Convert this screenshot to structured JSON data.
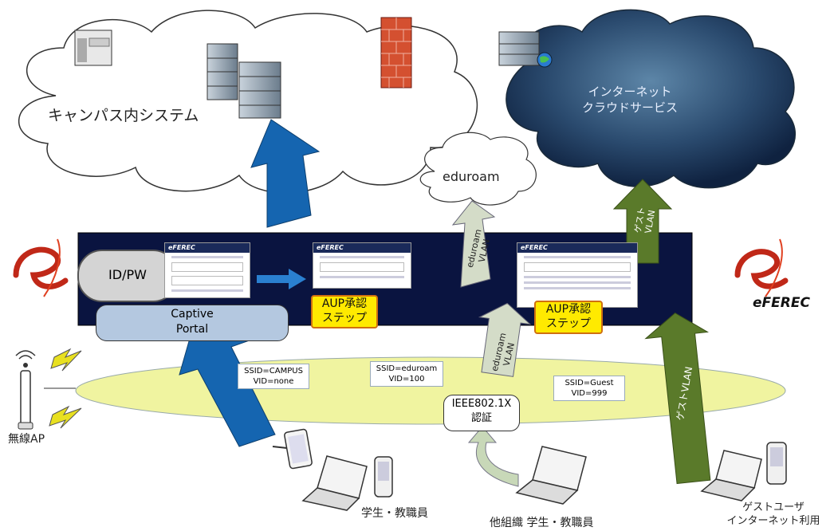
{
  "campus_cloud_label": "キャンパス内システム",
  "internet_cloud_label_line1": "インターネット",
  "internet_cloud_label_line2": "クラウドサービス",
  "eduroam_cloud_label": "eduroam",
  "idpw_label": "ID/PW",
  "captive_portal_line1": "Captive",
  "captive_portal_line2": "Portal",
  "aup1_line1": "AUP承認",
  "aup1_line2": "ステップ",
  "aup2_line1": "AUP承認",
  "aup2_line2": "ステップ",
  "eduroam_vlan_upper_line1": "eduroam",
  "eduroam_vlan_upper_line2": "VLAN",
  "eduroam_vlan_lower_line1": "eduroam",
  "eduroam_vlan_lower_line2": "VLAN",
  "guest_vlan_upper_line1": "ゲスト",
  "guest_vlan_upper_line2": "VLAN",
  "guest_vlan_lower": "ゲストVLAN",
  "ssid_campus_line1": "SSID=CAMPUS",
  "ssid_campus_line2": "VID=none",
  "ssid_eduroam_line1": "SSID=eduroam",
  "ssid_eduroam_line2": "VID=100",
  "ssid_guest_line1": "SSID=Guest",
  "ssid_guest_line2": "VID=999",
  "ieee_line1": "IEEE802.1X",
  "ieee_line2": "認証",
  "wireless_ap_label": "無線AP",
  "students_label": "学生・教職員",
  "other_org_label": "他組織 学生・教職員",
  "guest_user_line1": "ゲストユーザ",
  "guest_user_line2": "インターネット利用",
  "logo_text": "eFEREC",
  "screenshot_brand": "eFEREC",
  "colors": {
    "band": "#0a1440",
    "blue_arrow": "#1565b0",
    "green_arrow": "#5a7a2a",
    "eduroam_arrow": "#c8d8b8",
    "ellipse": "#f0f4a0",
    "aup_fill": "#ffea00"
  }
}
